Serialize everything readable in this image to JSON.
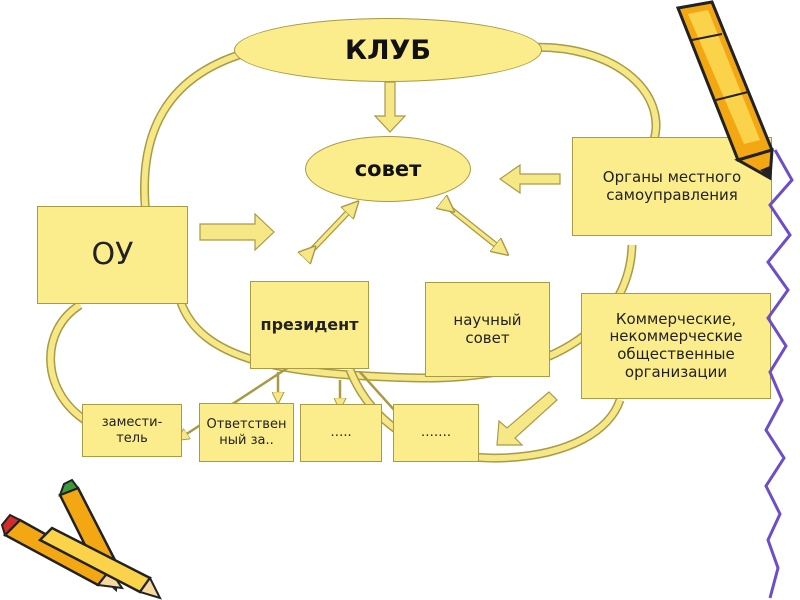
{
  "diagram": {
    "club": "КЛУБ",
    "council": "совет",
    "ou": "ОУ",
    "local_gov": "Органы местного самоуправления",
    "president": "президент",
    "sci_council": "научный совет",
    "orgs": "Коммерческие, некоммерческие общественные организации",
    "deputy": "замести-тель",
    "responsible": "Ответственный за..",
    "dots1": "…..",
    "dots2": "……."
  },
  "colors": {
    "box_fill": "#fbec8c",
    "border": "#a99a45",
    "arrow_fill": "#f6e787",
    "arrow_stroke": "#a99a45"
  }
}
